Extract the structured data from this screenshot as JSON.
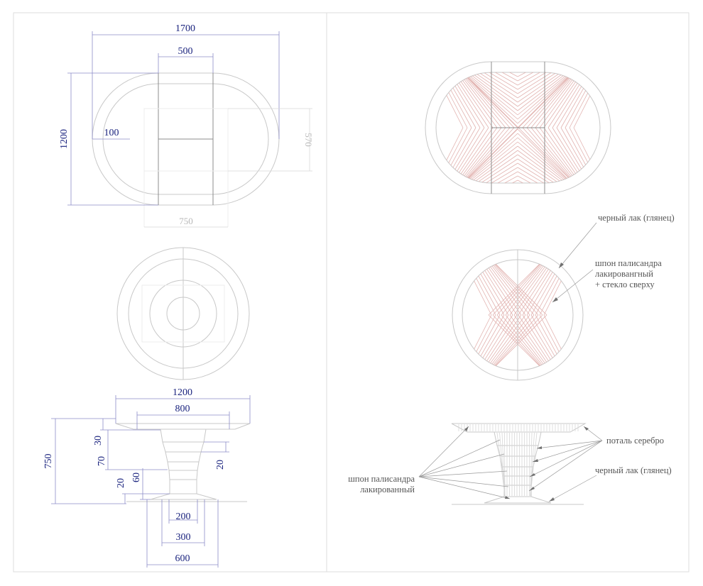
{
  "dimensions": {
    "top_width_total": "1700",
    "top_insert_width": "500",
    "top_height_total": "1200",
    "top_rim": "100",
    "top_insert_height": "570",
    "top_base_width": "750",
    "side_top_width": "1200",
    "side_inner_width": "800",
    "side_height_total": "750",
    "side_top_thickness": "30",
    "side_70": "70",
    "side_20_right": "20",
    "side_20_left": "20",
    "side_60": "60",
    "base_200": "200",
    "base_300": "300",
    "base_600": "600"
  },
  "notes": {
    "black_lacquer_top": "черный лак (глянец)",
    "veneer_top_line1": "шпон палисандра",
    "veneer_top_line2": "лакировангный",
    "veneer_top_line3": "+ стекло сверху",
    "silver_leaf": "поталь серебро",
    "black_lacquer_bottom": "черный лак (глянец)",
    "veneer_bottom_line1": "шпон палисандра",
    "veneer_bottom_line2": "лакированный"
  },
  "colors": {
    "dimension_text": "#1a237e",
    "dimension_line": "#8c8cc8",
    "veneer_pattern": "#e2b3b0",
    "outline": "#c8c8c8"
  }
}
